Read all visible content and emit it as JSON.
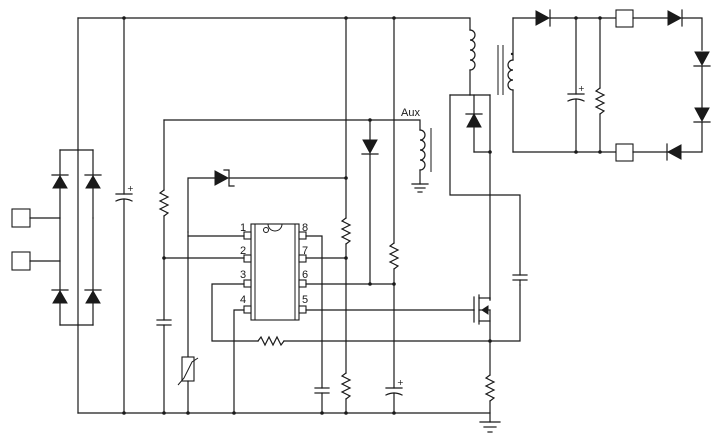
{
  "labels": {
    "aux": "Aux",
    "ic_pins": [
      "1",
      "2",
      "3",
      "4",
      "5",
      "6",
      "7",
      "8"
    ]
  }
}
